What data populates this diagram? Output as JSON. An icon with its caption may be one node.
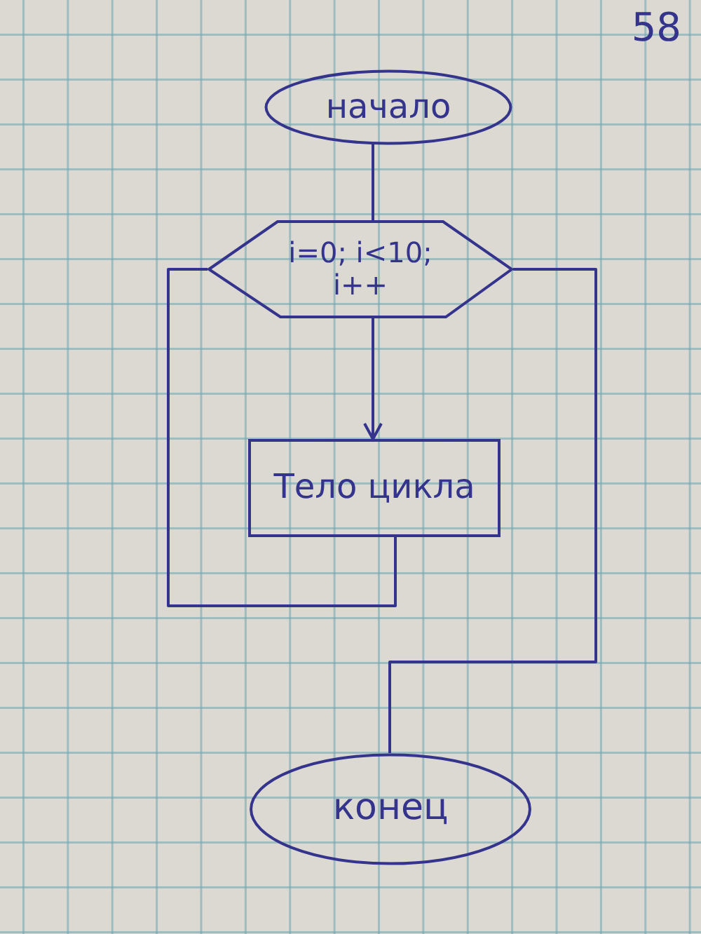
{
  "diagram": {
    "nodes": [
      {
        "text": [
          "начало"
        ]
      },
      {
        "text": [
          "i=0; i<10; i++"
        ]
      },
      {
        "text": [
          "Тело цикла"
        ]
      },
      {
        "text": [
          "конец"
        ]
      }
    ],
    "edges": [
      {
        "from": 0,
        "to": 1,
        "arrow": "none"
      },
      {
        "from": 1,
        "to": 2,
        "arrow": "to"
      },
      {
        "from": 2,
        "to": 1,
        "arrow": "none"
      },
      {
        "from": 1,
        "to": 3,
        "arrow": "none"
      }
    ],
    "labels": [
      "58"
    ]
  }
}
